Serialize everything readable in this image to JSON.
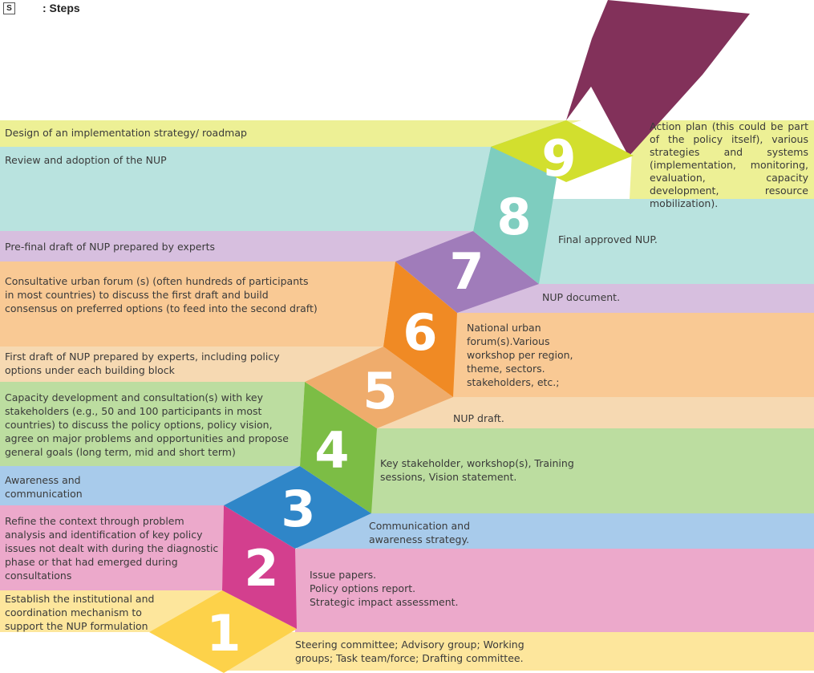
{
  "header": {
    "icon": "S",
    "title": ": Steps"
  },
  "steps": [
    {
      "number": "1",
      "color": "#fdd24a",
      "activity": "Establish the institutional and coordination mechanism to support the NUP formulation",
      "output": "Steering committee; Advisory group; Working groups; Task team/force; Drafting committee."
    },
    {
      "number": "2",
      "color": "#d33f8e",
      "activity": "Refine the context through problem analysis and identification of key policy issues not dealt with during the diagnostic phase or that had emerged during consultations",
      "output": "Issue papers.\nPolicy options report.\nStrategic impact assessment."
    },
    {
      "number": "3",
      "color": "#2f86c8",
      "activity": "Awareness and communication",
      "output": "Communication and awareness strategy."
    },
    {
      "number": "4",
      "color": "#7cbd45",
      "activity": "Capacity development and consultation(s) with key stakeholders (e.g., 50 and 100 participants in most countries) to discuss the policy options, policy vision, agree on major problems and opportunities and propose general goals (long term, mid and short term)",
      "output": "Key stakeholder, workshop(s), Training sessions, Vision statement."
    },
    {
      "number": "5",
      "color": "#efac6c",
      "activity": "First draft of NUP prepared by experts, including policy options under each building block",
      "output": "NUP draft."
    },
    {
      "number": "6",
      "color": "#f08a24",
      "activity": "Consultative urban forum (s) (often hundreds of participants in most countries) to discuss the first draft and build consensus on preferred options (to feed into the second draft)",
      "output": "National urban forum(s).Various workshop per region, theme, sectors. stakeholders, etc.;"
    },
    {
      "number": "7",
      "color": "#a07cba",
      "activity": "Pre-final draft of NUP prepared by experts",
      "output": "NUP document."
    },
    {
      "number": "8",
      "color": "#7ecdbf",
      "activity": "Review and adoption of the NUP",
      "output": "Final approved NUP."
    },
    {
      "number": "9",
      "color": "#d2df2e",
      "activity": "Design of an implementation strategy/ roadmap",
      "output": "Action plan (this could be part of the policy itself), various strategies and systems (implementation, monitoring, evaluation, capacity development, resource mobilization)."
    }
  ],
  "arrow_color": "#82315a"
}
